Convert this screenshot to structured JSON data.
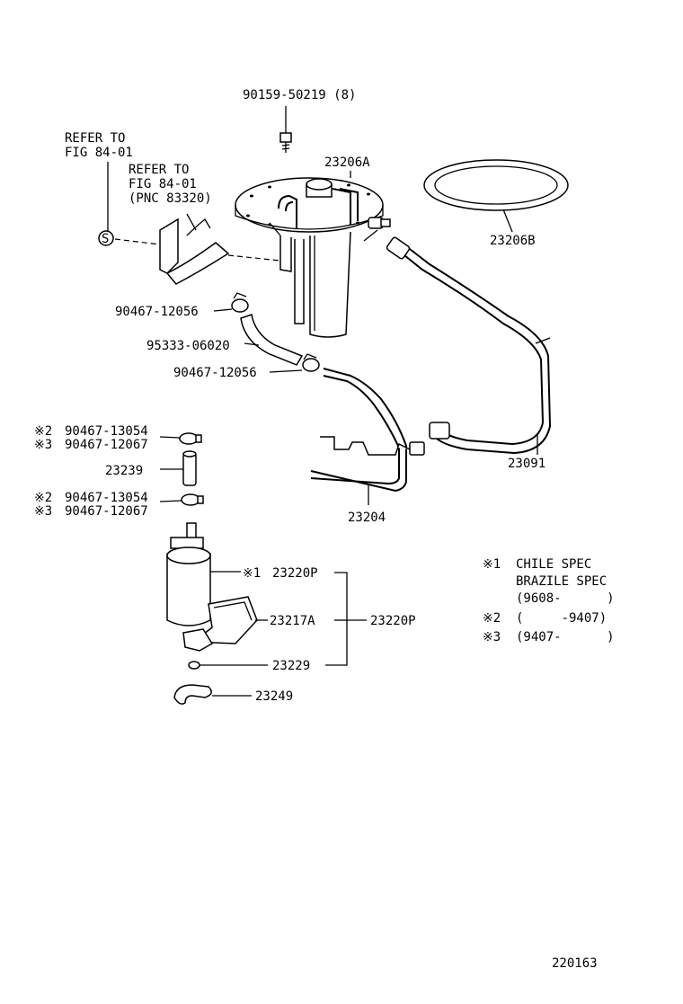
{
  "labels": {
    "bolt": "90159-50219 (8)",
    "refer1_line1": "REFER TO",
    "refer1_line2": "FIG 84-01",
    "refer2_line1": "REFER TO",
    "refer2_line2": "FIG 84-01",
    "refer2_line3": "(PNC 83320)",
    "sender_gauge": "23206A",
    "gasket": "23206B",
    "clamp_upper": "90467-12056",
    "hose": "95333-06020",
    "clamp_lower": "90467-12056",
    "return_pipe": "23091",
    "feed_pipe": "23204",
    "clamp_a_2": "90467-13054",
    "clamp_a_3": "90467-12067",
    "hose_small": "23239",
    "clamp_b_2": "90467-13054",
    "clamp_b_3": "90467-12067",
    "pump_assy_1": "23220P",
    "filter": "23217A",
    "pump_assy": "23220P",
    "cushion": "23229",
    "retainer": "23249",
    "figure_no": "220163",
    "mark1": "※1",
    "mark2": "※2",
    "mark3": "※3",
    "s_symbol": "S"
  },
  "legend": {
    "note1_mark": "※1",
    "note1_line1": "CHILE SPEC",
    "note1_line2": "BRAZILE SPEC",
    "note1_line3": "(9608-      )",
    "note2_mark": "※2",
    "note2_text": "(     -9407)",
    "note3_mark": "※3",
    "note3_text": "(9407-      )"
  }
}
